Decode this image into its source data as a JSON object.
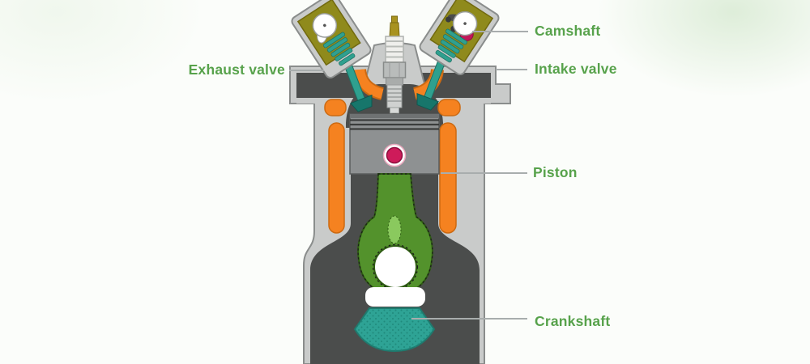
{
  "labels": {
    "camshaft": "Camshaft",
    "exhaust_valve": "Exhaust valve",
    "intake_valve": "Intake valve",
    "piston": "Piston",
    "crankshaft": "Crankshaft"
  },
  "colors": {
    "label_text": "#57a24b",
    "leader_line": "#a8adad",
    "casting_light_gray": "#c9cbca",
    "engine_dark_gray": "#4b4d4c",
    "piston_gray": "#8e9192",
    "camshaft_housing_olive": "#8f8a1c",
    "valve_teal": "#2fa08f",
    "valve_head_teal": "#17766b",
    "coolant_orange": "#f58220",
    "wrist_pin_crimson": "#ce1b5a",
    "connecting_rod_green": "#53922c",
    "rod_highlight_green": "#8ac95e",
    "crankshaft_teal": "#2ea395",
    "cam_lobe_crimson": "#c2185b"
  }
}
